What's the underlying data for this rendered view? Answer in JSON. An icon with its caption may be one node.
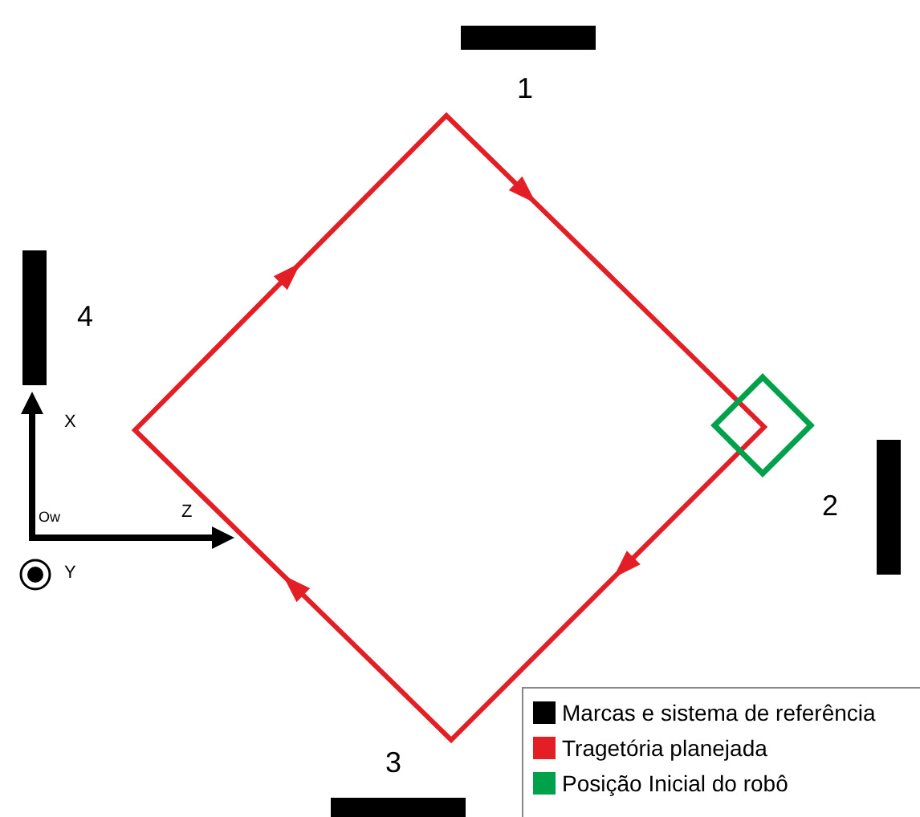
{
  "diagram": {
    "nodes": [
      {
        "text": [],
        "shape": "bar",
        "beside": [
          "1"
        ]
      },
      {
        "text": [],
        "shape": "bar",
        "beside": [
          "4"
        ]
      },
      {
        "text": [],
        "shape": "bar",
        "beside": [
          "2"
        ]
      },
      {
        "text": [],
        "shape": "bar",
        "beside": [
          "3"
        ]
      }
    ],
    "labels": [
      "X",
      "Ow",
      "Z",
      "Y"
    ],
    "legend": [
      {
        "text": "Marcas e sistema de referência",
        "color": "#000000"
      },
      {
        "text": "Tragetória planejada",
        "color": "#e31e24"
      },
      {
        "text": "Posição Inicial do robô",
        "color": "#00a14b"
      }
    ]
  }
}
